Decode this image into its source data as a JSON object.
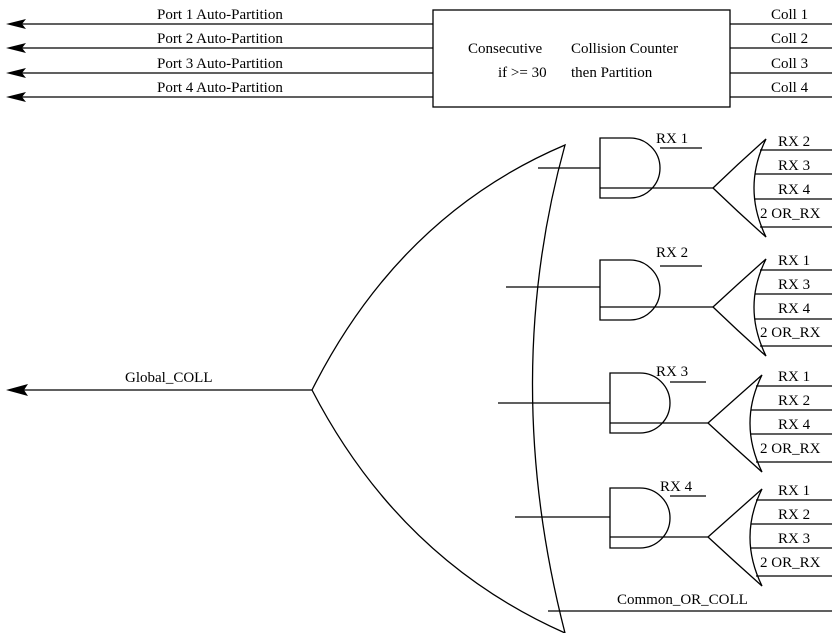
{
  "outputs": [
    {
      "label": "Port 1 Auto-Partition"
    },
    {
      "label": "Port 2 Auto-Partition"
    },
    {
      "label": "Port 3 Auto-Partition"
    },
    {
      "label": "Port 4 Auto-Partition"
    }
  ],
  "counter": {
    "line1_left": "Consecutive",
    "line1_right": "Collision Counter",
    "line2_left": "if >= 30",
    "line2_right": "then Partition"
  },
  "coll_inputs": [
    "Coll 1",
    "Coll 2",
    "Coll 3",
    "Coll 4"
  ],
  "global_output": "Global_COLL",
  "common_input": "Common_OR_COLL",
  "blocks": [
    {
      "and_label": "RX 1",
      "or_inputs": [
        "RX 2",
        "RX 3",
        "RX 4",
        "2 OR_RX"
      ]
    },
    {
      "and_label": "RX 2",
      "or_inputs": [
        "RX 1",
        "RX 3",
        "RX 4",
        "2 OR_RX"
      ]
    },
    {
      "and_label": "RX 3",
      "or_inputs": [
        "RX 1",
        "RX 2",
        "RX 4",
        "2 OR_RX"
      ]
    },
    {
      "and_label": "RX 4",
      "or_inputs": [
        "RX 1",
        "RX 2",
        "RX 3",
        "2 OR_RX"
      ]
    }
  ]
}
